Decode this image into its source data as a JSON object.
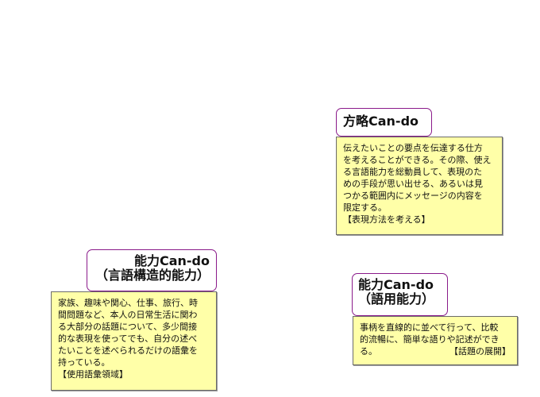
{
  "strategy": {
    "title": "方略Can-do",
    "lines": [
      "伝えたいことの要点を伝達する仕方",
      "を考えることができる。その際、使え",
      "る言語能力を総動員して、表現のた",
      "めの手段が思い出せる、あるいは見",
      "つかる範囲内にメッセージの内容を",
      "限定する。"
    ],
    "tag": "【表現方法を考える】"
  },
  "language_structure": {
    "title_line1": "能力Can-do",
    "title_line2": "（言語構造的能力）",
    "lines": [
      "家族、趣味や関心、仕事、旅行、時",
      "間問題など、本人の日常生活に関わ",
      "る大部分の話題について、多少間接",
      "的な表現を使ってでも、自分の述べ",
      "たいことを述べられるだけの語彙を",
      "持っている。"
    ],
    "tag": "【使用語彙領域】"
  },
  "pragmatic": {
    "title_line1": "能力Can-do",
    "title_line2": "（語用能力）",
    "lines": [
      "事柄を直線的に並べて行って、比較",
      "的流暢に、簡単な語りや記述ができ",
      "る。"
    ],
    "tag": "【話題の展開】"
  },
  "colors": {
    "title_border": "#8a1a8a",
    "note_fill": "#ffffa8"
  }
}
